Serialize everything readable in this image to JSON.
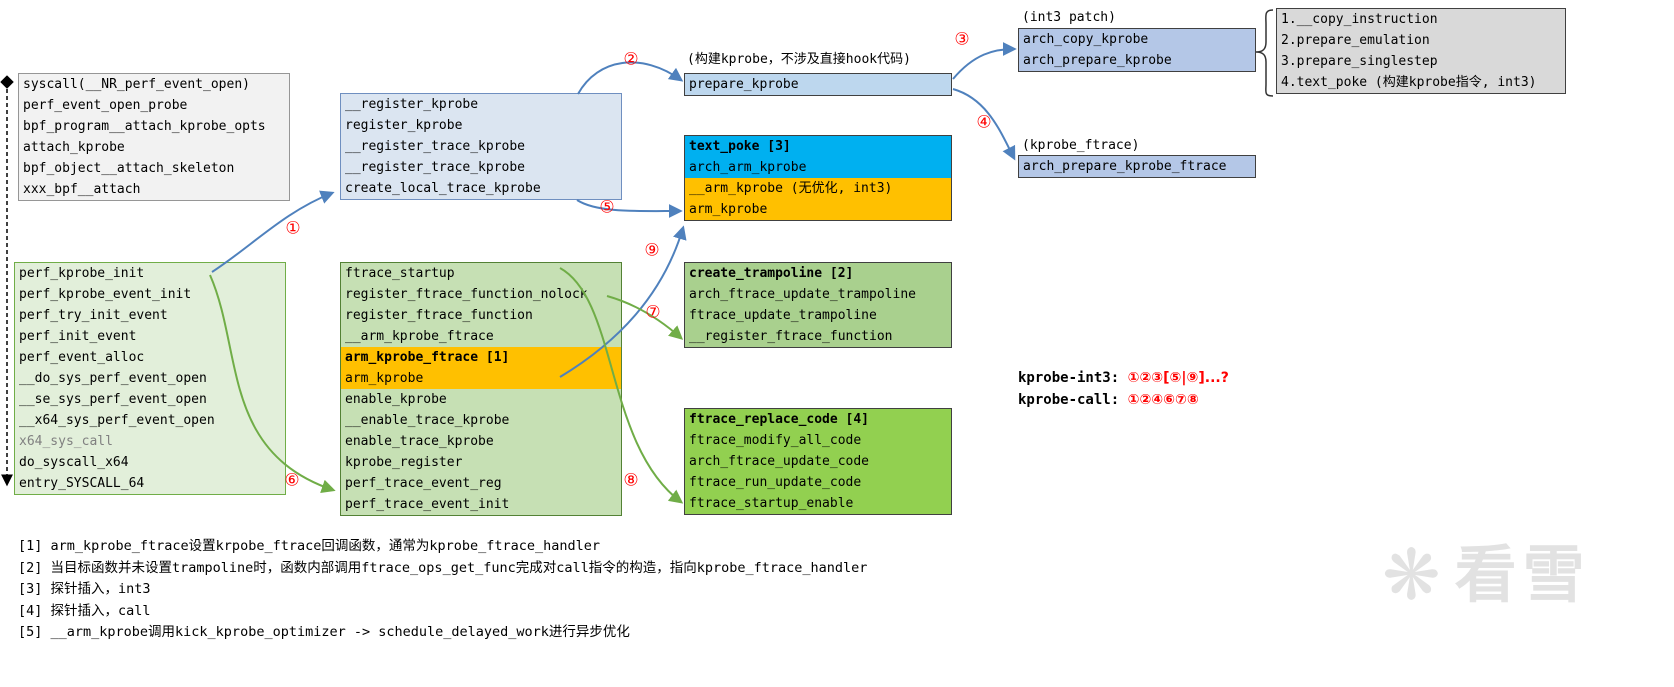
{
  "palette": {
    "cyan_highlight": "#00b0f0",
    "orange_highlight": "#ffc000",
    "pale_green": "#e2efda",
    "mid_green": "#c6e0b4",
    "dark_green": "#a9d08e",
    "bright_green": "#92d050",
    "lavender": "#dbe5f1",
    "light_blue": "#b4c7e7",
    "pale_blue": "#bdd7ee",
    "gray_box": "#f2f2f2",
    "gray_list": "#d9d9d9",
    "arrow_blue": "#4f81bd",
    "arrow_green": "#70ad47",
    "marker_red": "#ff0000"
  },
  "flow_boxes": {
    "syscall_entry": {
      "rows": [
        {
          "text": "syscall(__NR_perf_event_open)"
        },
        {
          "text": "perf_event_open_probe"
        },
        {
          "text": "bpf_program__attach_kprobe_opts"
        },
        {
          "text": "attach_kprobe"
        },
        {
          "text": "bpf_object__attach_skeleton"
        },
        {
          "text": "xxx_bpf__attach"
        }
      ]
    },
    "register_kprobe": {
      "rows": [
        {
          "text": "__register_kprobe"
        },
        {
          "text": "register_kprobe"
        },
        {
          "text": "__register_trace_kprobe"
        },
        {
          "text": "__register_trace_kprobe"
        },
        {
          "text": "create_local_trace_kprobe"
        }
      ]
    },
    "perf_entry": {
      "rows": [
        {
          "text": "perf_kprobe_init"
        },
        {
          "text": "perf_kprobe_event_init"
        },
        {
          "text": "perf_try_init_event"
        },
        {
          "text": "perf_init_event"
        },
        {
          "text": "perf_event_alloc"
        },
        {
          "text": "__do_sys_perf_event_open"
        },
        {
          "text": "__se_sys_perf_event_open"
        },
        {
          "text": "__x64_sys_perf_event_open"
        },
        {
          "text": "x64_sys_call",
          "cls": "muted"
        },
        {
          "text": "do_syscall_x64"
        },
        {
          "text": "entry_SYSCALL_64"
        }
      ]
    },
    "ftrace_arm": {
      "rows": [
        {
          "text": "ftrace_startup"
        },
        {
          "text": "register_ftrace_function_nolock"
        },
        {
          "text": "register_ftrace_function"
        },
        {
          "text": "__arm_kprobe_ftrace"
        },
        {
          "text": "arm_kprobe_ftrace [1]",
          "cls": "orange bold"
        },
        {
          "text": "arm_kprobe",
          "cls": "orange"
        },
        {
          "text": "enable_kprobe"
        },
        {
          "text": "__enable_trace_kprobe"
        },
        {
          "text": "enable_trace_kprobe"
        },
        {
          "text": "kprobe_register"
        },
        {
          "text": "perf_trace_event_reg"
        },
        {
          "text": "perf_trace_event_init"
        }
      ]
    },
    "prepare_kprobe": {
      "rows": [
        {
          "text": "prepare_kprobe"
        }
      ]
    },
    "text_poke": {
      "rows": [
        {
          "text": "text_poke [3]",
          "cls": "cyan bold"
        },
        {
          "text": "arch_arm_kprobe",
          "cls": "cyan"
        },
        {
          "text": "__arm_kprobe (无优化, int3)",
          "cls": "orange"
        },
        {
          "text": "arm_kprobe",
          "cls": "orange"
        }
      ]
    },
    "create_trampoline": {
      "rows": [
        {
          "text": "create_trampoline [2]",
          "cls": "bold"
        },
        {
          "text": "arch_ftrace_update_trampoline"
        },
        {
          "text": "ftrace_update_trampoline"
        },
        {
          "text": "__register_ftrace_function"
        }
      ]
    },
    "ftrace_replace": {
      "rows": [
        {
          "text": "ftrace_replace_code [4]",
          "cls": "bold"
        },
        {
          "text": "ftrace_modify_all_code"
        },
        {
          "text": "arch_ftrace_update_code"
        },
        {
          "text": "ftrace_run_update_code"
        },
        {
          "text": "ftrace_startup_enable"
        }
      ]
    },
    "arch_prepare": {
      "rows": [
        {
          "text": "arch_copy_kprobe"
        },
        {
          "text": "arch_prepare_kprobe"
        }
      ]
    },
    "copy_steps": {
      "rows": [
        {
          "text": "1.__copy_instruction"
        },
        {
          "text": "2.prepare_emulation"
        },
        {
          "text": "3.prepare_singlestep"
        },
        {
          "text": "4.text_poke (构建kprobe指令, int3)"
        }
      ]
    },
    "ftrace_prepare": {
      "rows": [
        {
          "text": "arch_prepare_kprobe_ftrace"
        }
      ]
    }
  },
  "labels": {
    "prepare_kprobe": "(构建kprobe，不涉及直接hook代码)",
    "int3_patch": "(int3 patch)",
    "kprobe_ftrace": "(kprobe_ftrace)"
  },
  "notes": {
    "int3": {
      "label": "kprobe-int3:",
      "value": "①②③[⑤|⑨]...?"
    },
    "call": {
      "label": "kprobe-call:",
      "value": "①②④⑥⑦⑧"
    }
  },
  "markers": [
    "①",
    "②",
    "③",
    "④",
    "⑤",
    "⑥",
    "⑦",
    "⑧",
    "⑨"
  ],
  "footnotes": [
    "[1] arm_kprobe_ftrace设置krpobe_ftrace回调函数，通常为kprobe_ftrace_handler",
    "[2] 当目标函数并未设置trampoline时，函数内部调用ftrace_ops_get_func完成对call指令的构造，指向kprobe_ftrace_handler",
    "[3] 探针插入，int3",
    "[4] 探针插入，call",
    "[5] __arm_kprobe调用kick_kprobe_optimizer -> schedule_delayed_work进行异步优化"
  ],
  "watermark": {
    "icon": "❋",
    "text": "看雪"
  }
}
